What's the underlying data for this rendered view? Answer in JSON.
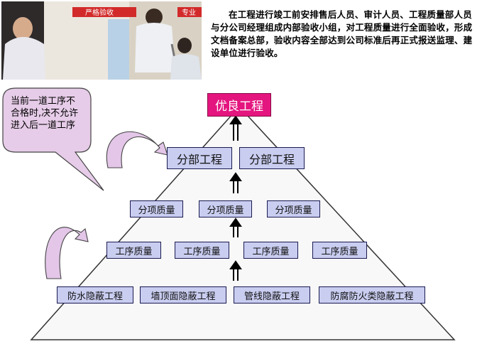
{
  "intro_text": "在工程进行竣工前安排售后人员、审计人员、工程质量部人员与分公司经理组成内部验收小组，对工程质量进行全面验收，形成文档备案总部，验收内容全部达到公司标准后再正式报送监理、建设单位进行验收。",
  "photo": {
    "sign_text": "严格验收",
    "sign_text_2": "专业"
  },
  "callout_text": "当前一道工序不合格时,决不允许进入后一道工序",
  "pyramid": {
    "top": "优良工程",
    "level2": [
      "分部工程",
      "分部工程"
    ],
    "level3": [
      "分项质量",
      "分项质量",
      "分项质量"
    ],
    "level4": [
      "工序质量",
      "工序质量",
      "工序质量",
      "工序质量"
    ],
    "level5": [
      "防水隐蔽工程",
      "墙顶面隐蔽工程",
      "管线隐蔽工程",
      "防腐防火类隐蔽工程"
    ]
  },
  "colors": {
    "box_fill": "#c9cdf0",
    "top_fill": "#e4157f",
    "pyramid_fill": "#f8f8f8",
    "callout_fill": "#e6cce8"
  }
}
